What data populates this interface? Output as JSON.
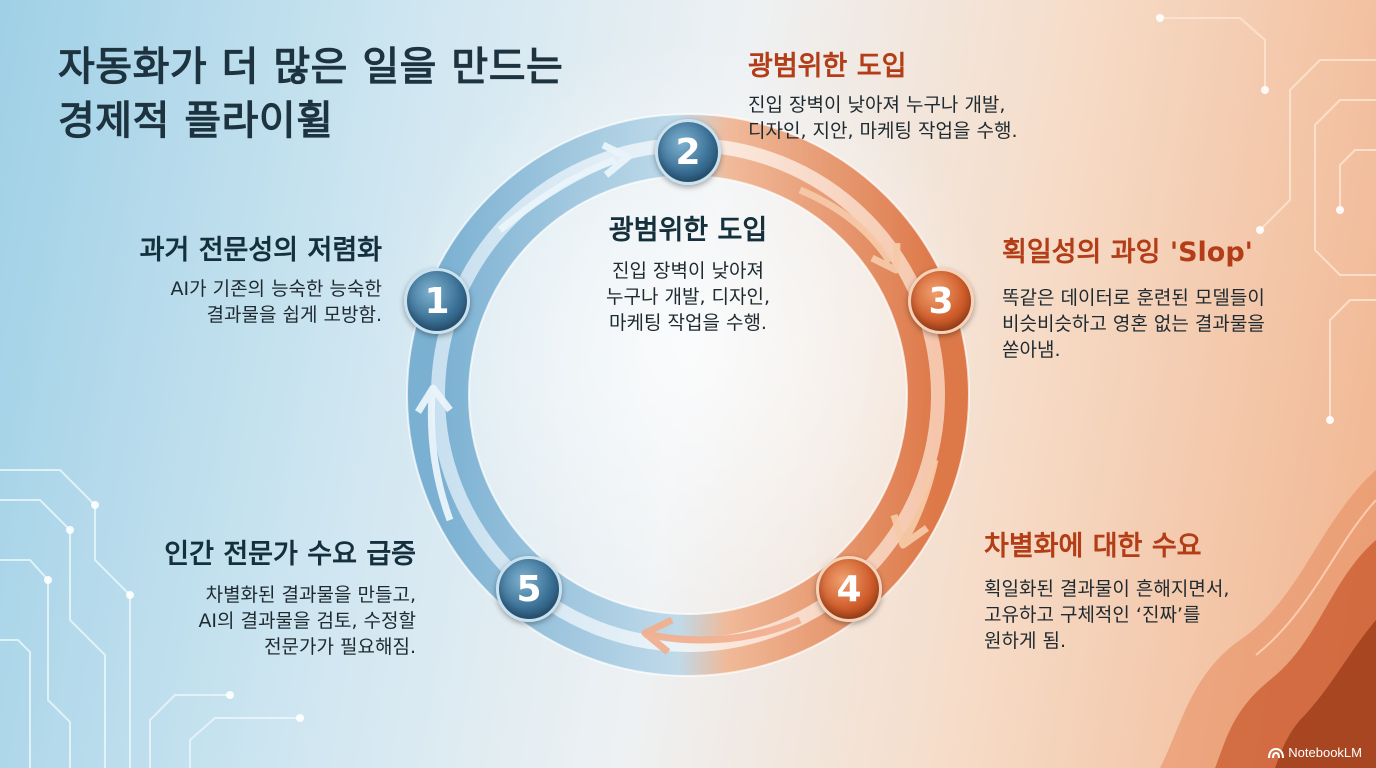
{
  "title": {
    "line1": "자동화가 더 많은 일을 만드는",
    "line2": "경제적 플라이휠"
  },
  "cycle": [
    {
      "number": "1",
      "heading": "과거 전문성의 저렴화",
      "lines": [
        "AI가 기존의 능숙한 능숙한",
        "결과물을 쉽게 모방함."
      ]
    },
    {
      "number": "2",
      "heading": "광범위한 도입",
      "lines": [
        "진입 장벽이 낮아져 누구나 개발,",
        "디자인, 지안, 마케팅 작업을 수행."
      ]
    },
    {
      "number": "3",
      "heading": "획일성의 과잉 'Slop'",
      "lines": [
        "똑같은 데이터로 훈련된 모델들이",
        "비슷비슷하고 영혼 없는 결과물을",
        "쏟아냄."
      ]
    },
    {
      "number": "4",
      "heading": "차별화에 대한 수요",
      "lines": [
        "획일화된 결과물이 흔해지면서,",
        "고유하고 구체적인 ‘진짜’를",
        "원하게 됨."
      ]
    },
    {
      "number": "5",
      "heading": "인간 전문가 수요 급증",
      "lines": [
        "차별화된 결과물을 만들고,",
        "AI의 결과물을 검토, 수정할",
        "전문가가 필요해짐."
      ]
    }
  ],
  "center": {
    "heading": "광범위한 도입",
    "lines": [
      "진입 장벽이 낮아져",
      "누구나 개발, 디자인,",
      "마케팅 작업을 수행."
    ]
  },
  "colors": {
    "blue_accent": "#3a6f95",
    "orange_accent": "#cf5c2a",
    "title": "#1d3440",
    "heading_orange": "#b23d16"
  },
  "branding": {
    "logo_text": "NotebookLM",
    "logo_icon": "notebooklm-icon"
  }
}
